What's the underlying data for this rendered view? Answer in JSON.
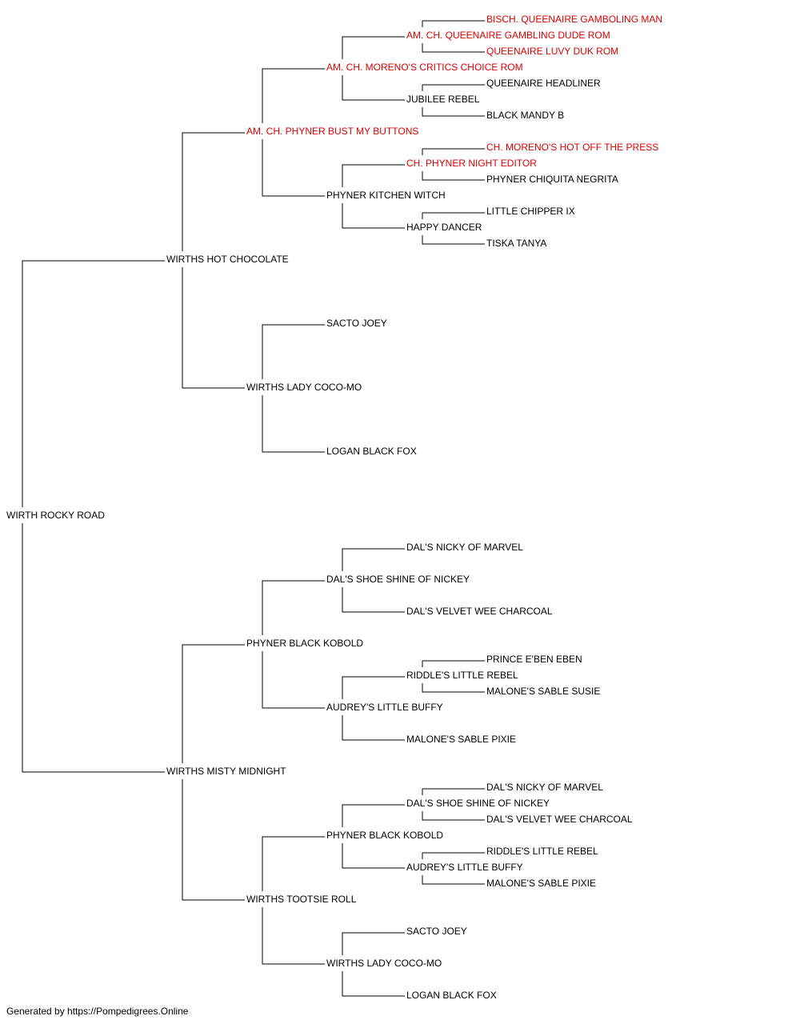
{
  "pedigree": {
    "name": "WIRTH ROCKY ROAD",
    "champion": false,
    "sire": {
      "name": "WIRTHS HOT CHOCOLATE",
      "champion": false,
      "sire": {
        "name": "AM. CH. PHYNER BUST MY BUTTONS",
        "champion": true,
        "sire": {
          "name": "AM. CH. MORENO'S CRITICS CHOICE ROM",
          "champion": true,
          "sire": {
            "name": "AM. CH. QUEENAIRE GAMBLING DUDE ROM",
            "champion": true,
            "sire": {
              "name": "BISCH. QUEENAIRE GAMBOLING MAN",
              "champion": true
            },
            "dam": {
              "name": "QUEENAIRE LUVY DUK ROM",
              "champion": true
            }
          },
          "dam": {
            "name": "JUBILEE REBEL",
            "champion": false,
            "sire": {
              "name": "QUEENAIRE HEADLINER",
              "champion": false
            },
            "dam": {
              "name": "BLACK MANDY B",
              "champion": false
            }
          }
        },
        "dam": {
          "name": "PHYNER KITCHEN WITCH",
          "champion": false,
          "sire": {
            "name": "CH. PHYNER NIGHT EDITOR",
            "champion": true,
            "sire": {
              "name": "CH. MORENO'S HOT OFF THE PRESS",
              "champion": true
            },
            "dam": {
              "name": "PHYNER CHIQUITA NEGRITA",
              "champion": false
            }
          },
          "dam": {
            "name": "HAPPY DANCER",
            "champion": false,
            "sire": {
              "name": "LITTLE CHIPPER IX",
              "champion": false
            },
            "dam": {
              "name": "TISKA TANYA",
              "champion": false
            }
          }
        }
      },
      "dam": {
        "name": "WIRTHS LADY COCO-MO",
        "champion": false,
        "sire": {
          "name": "SACTO JOEY",
          "champion": false
        },
        "dam": {
          "name": "LOGAN BLACK FOX",
          "champion": false
        }
      }
    },
    "dam": {
      "name": "WIRTHS MISTY MIDNIGHT",
      "champion": false,
      "sire": {
        "name": "PHYNER BLACK KOBOLD",
        "champion": false,
        "sire": {
          "name": "DAL'S SHOE SHINE OF NICKEY",
          "champion": false,
          "sire": {
            "name": "DAL'S NICKY OF MARVEL",
            "champion": false
          },
          "dam": {
            "name": "DAL'S VELVET WEE CHARCOAL",
            "champion": false
          }
        },
        "dam": {
          "name": "AUDREY'S LITTLE BUFFY",
          "champion": false,
          "sire": {
            "name": "RIDDLE'S LITTLE REBEL",
            "champion": false,
            "sire": {
              "name": "PRINCE E'BEN EBEN",
              "champion": false
            },
            "dam": {
              "name": "MALONE'S SABLE SUSIE",
              "champion": false
            }
          },
          "dam": {
            "name": "MALONE'S SABLE PIXIE",
            "champion": false
          }
        }
      },
      "dam": {
        "name": "WIRTHS TOOTSIE ROLL",
        "champion": false,
        "sire": {
          "name": "PHYNER BLACK KOBOLD",
          "champion": false,
          "sire": {
            "name": "DAL'S SHOE SHINE OF NICKEY",
            "champion": false,
            "sire": {
              "name": "DAL'S NICKY OF MARVEL",
              "champion": false
            },
            "dam": {
              "name": "DAL'S VELVET WEE CHARCOAL",
              "champion": false
            }
          },
          "dam": {
            "name": "AUDREY'S LITTLE BUFFY",
            "champion": false,
            "sire": {
              "name": "RIDDLE'S LITTLE REBEL",
              "champion": false
            },
            "dam": {
              "name": "MALONE'S SABLE PIXIE",
              "champion": false
            }
          }
        },
        "dam": {
          "name": "WIRTHS LADY COCO-MO",
          "champion": false,
          "sire": {
            "name": "SACTO JOEY",
            "champion": false
          },
          "dam": {
            "name": "LOGAN BLACK FOX",
            "champion": false
          }
        }
      }
    }
  },
  "colors": {
    "champion": "#e00000",
    "default": "#000000",
    "line": "#000000"
  },
  "footer": {
    "text": "Generated by https://Pompedigrees.Online"
  }
}
